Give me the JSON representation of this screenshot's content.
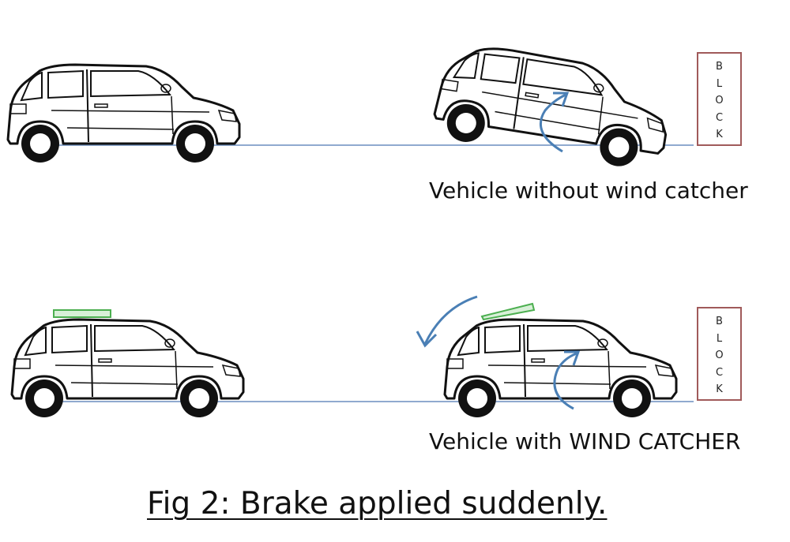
{
  "captions": {
    "top": "Vehicle without wind catcher",
    "bottom": "Vehicle with WIND CATCHER",
    "figure_title": "Fig 2: Brake applied suddenly."
  },
  "block_label": [
    "B",
    "L",
    "O",
    "C",
    "K"
  ],
  "colors": {
    "ground_line": "#6c8ebf",
    "airflow_arrow": "#4a7fb5",
    "wind_catcher": "#4caf50",
    "block_border": "#a05a5a",
    "car_outline": "#111111"
  }
}
